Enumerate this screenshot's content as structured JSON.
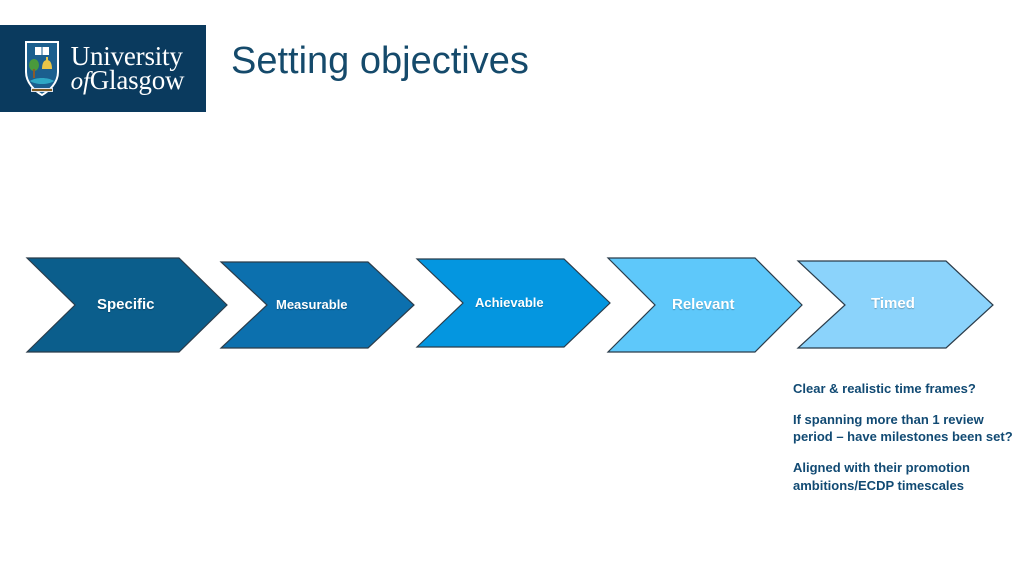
{
  "slide": {
    "title": "Setting objectives",
    "title_color": "#154a6b",
    "background_color": "#ffffff"
  },
  "logo": {
    "name": "university-of-glasgow-logo",
    "background_color": "#0a3a5e",
    "line1": "University",
    "of": "of",
    "line2": "Glasgow",
    "crest_alt": "university-crest"
  },
  "chevrons": [
    {
      "label": "Specific",
      "color": "#0b5e8c",
      "text_color": "#ffffff",
      "font_size": 15
    },
    {
      "label": "Measurable",
      "color": "#0c70ae",
      "text_color": "#ffffff",
      "font_size": 13
    },
    {
      "label": "Achievable",
      "color": "#0496e0",
      "text_color": "#ffffff",
      "font_size": 13
    },
    {
      "label": "Relevant",
      "color": "#5ec8fa",
      "text_color": "#ffffff",
      "font_size": 15
    },
    {
      "label": "Timed",
      "color": "#8bd3fb",
      "text_color": "#ffffff",
      "font_size": 15
    }
  ],
  "notes": {
    "color": "#114a73",
    "paragraphs": [
      "Clear & realistic time frames?",
      "If spanning more than 1 review period – have milestones been set?",
      "Aligned with their promotion ambitions/ECDP timescales"
    ]
  }
}
